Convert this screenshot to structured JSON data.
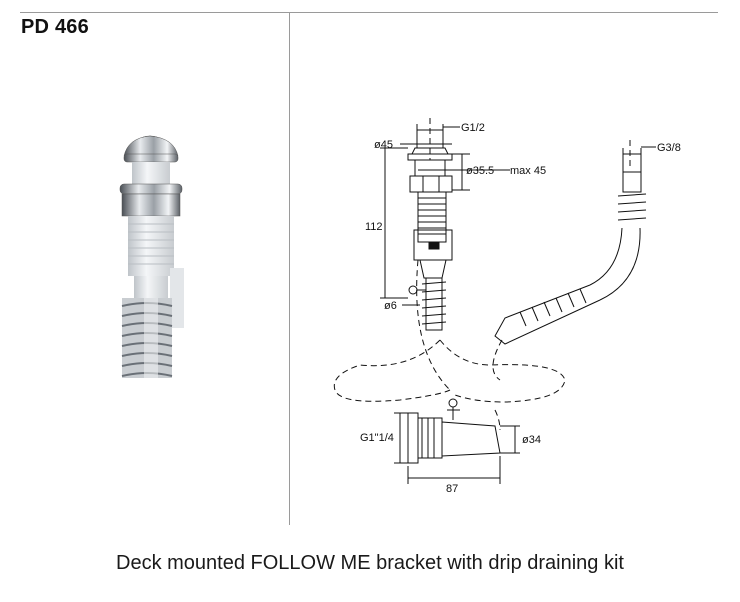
{
  "product": {
    "code": "PD 466"
  },
  "caption": "Deck mounted FOLLOW ME bracket with drip  draining kit",
  "dimensions": {
    "d45": "ø45",
    "g12": "G1/2",
    "d355": "ø35.5",
    "max45": "max 45",
    "h112": "112",
    "d6": "ø6",
    "g38": "G3/8",
    "g114": "G1\"1/4",
    "d34": "ø34",
    "l87": "87"
  },
  "colors": {
    "line": "#111111",
    "chrome": "#9aa0a6",
    "plastic": "#e6e9ec"
  }
}
